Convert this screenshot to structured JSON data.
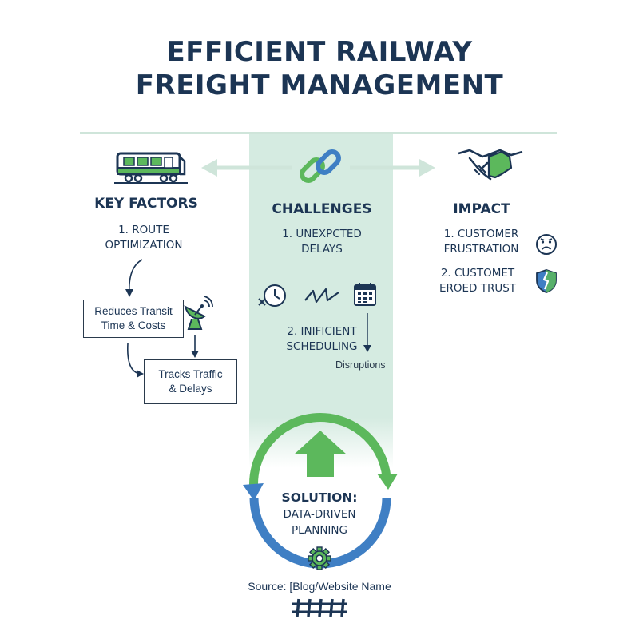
{
  "title": {
    "line1": "EFFICIENT RAILWAY",
    "line2": "FREIGHT MANAGEMENT"
  },
  "key_factors": {
    "heading": "KEY FACTORS",
    "item1_line1": "1. ROUTE",
    "item1_line2": "OPTIMIZATION",
    "box1_line1": "Reduces Transit",
    "box1_line2": "Time & Costs",
    "box2_line1": "Tracks Traffic",
    "box2_line2": "& Delays"
  },
  "challenges": {
    "heading": "CHALLENGES",
    "item1_line1": "1. UNEXPCTED",
    "item1_line2": "DELAYS",
    "item2_line1": "2. INIFICIENT",
    "item2_line2": "SCHEDULING",
    "disruptions": "Disruptions"
  },
  "impact": {
    "heading": "IMPACT",
    "item1_line1": "1. CUSTOMER",
    "item1_line2": "FRUSTRATION",
    "item2_line1": "2. CUSTOMET",
    "item2_line2": "EROED TRUST"
  },
  "solution": {
    "line1": "SOLUTION:",
    "line2": "DATA-DRIVEN",
    "line3": "PLANNING"
  },
  "source": "Source: [Blog/Website Name",
  "icons": [
    "train-icon",
    "chain-link-icon",
    "handshake-icon",
    "satellite-dish-icon",
    "clock-icon",
    "zigzag-icon",
    "calendar-icon",
    "sad-face-icon",
    "broken-shield-icon",
    "up-arrow-icon",
    "gear-icon",
    "rail-track-icon"
  ],
  "colors": {
    "navy": "#1c3554",
    "green": "#5cb85c",
    "blue": "#3f7fc4",
    "band": "#d5ebe1"
  }
}
